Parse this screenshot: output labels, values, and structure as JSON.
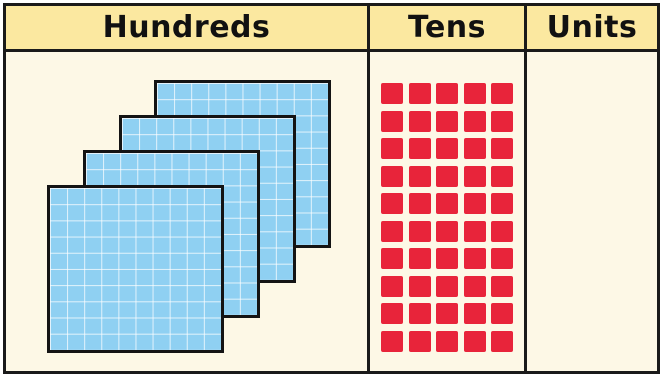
{
  "table": {
    "columns": [
      {
        "key": "hundreds",
        "label": "Hundreds"
      },
      {
        "key": "tens",
        "label": "Tens"
      },
      {
        "key": "units",
        "label": "Units"
      }
    ]
  },
  "blocks": {
    "hundreds_count": 4,
    "tens_count": 5,
    "units_count": 0
  },
  "colors": {
    "header_bg": "#fbe8a0",
    "body_bg": "#fdf8e6",
    "flat_fill": "#8fd0f2",
    "rod_cube": "#e8243a",
    "border": "#1a1a1a"
  }
}
